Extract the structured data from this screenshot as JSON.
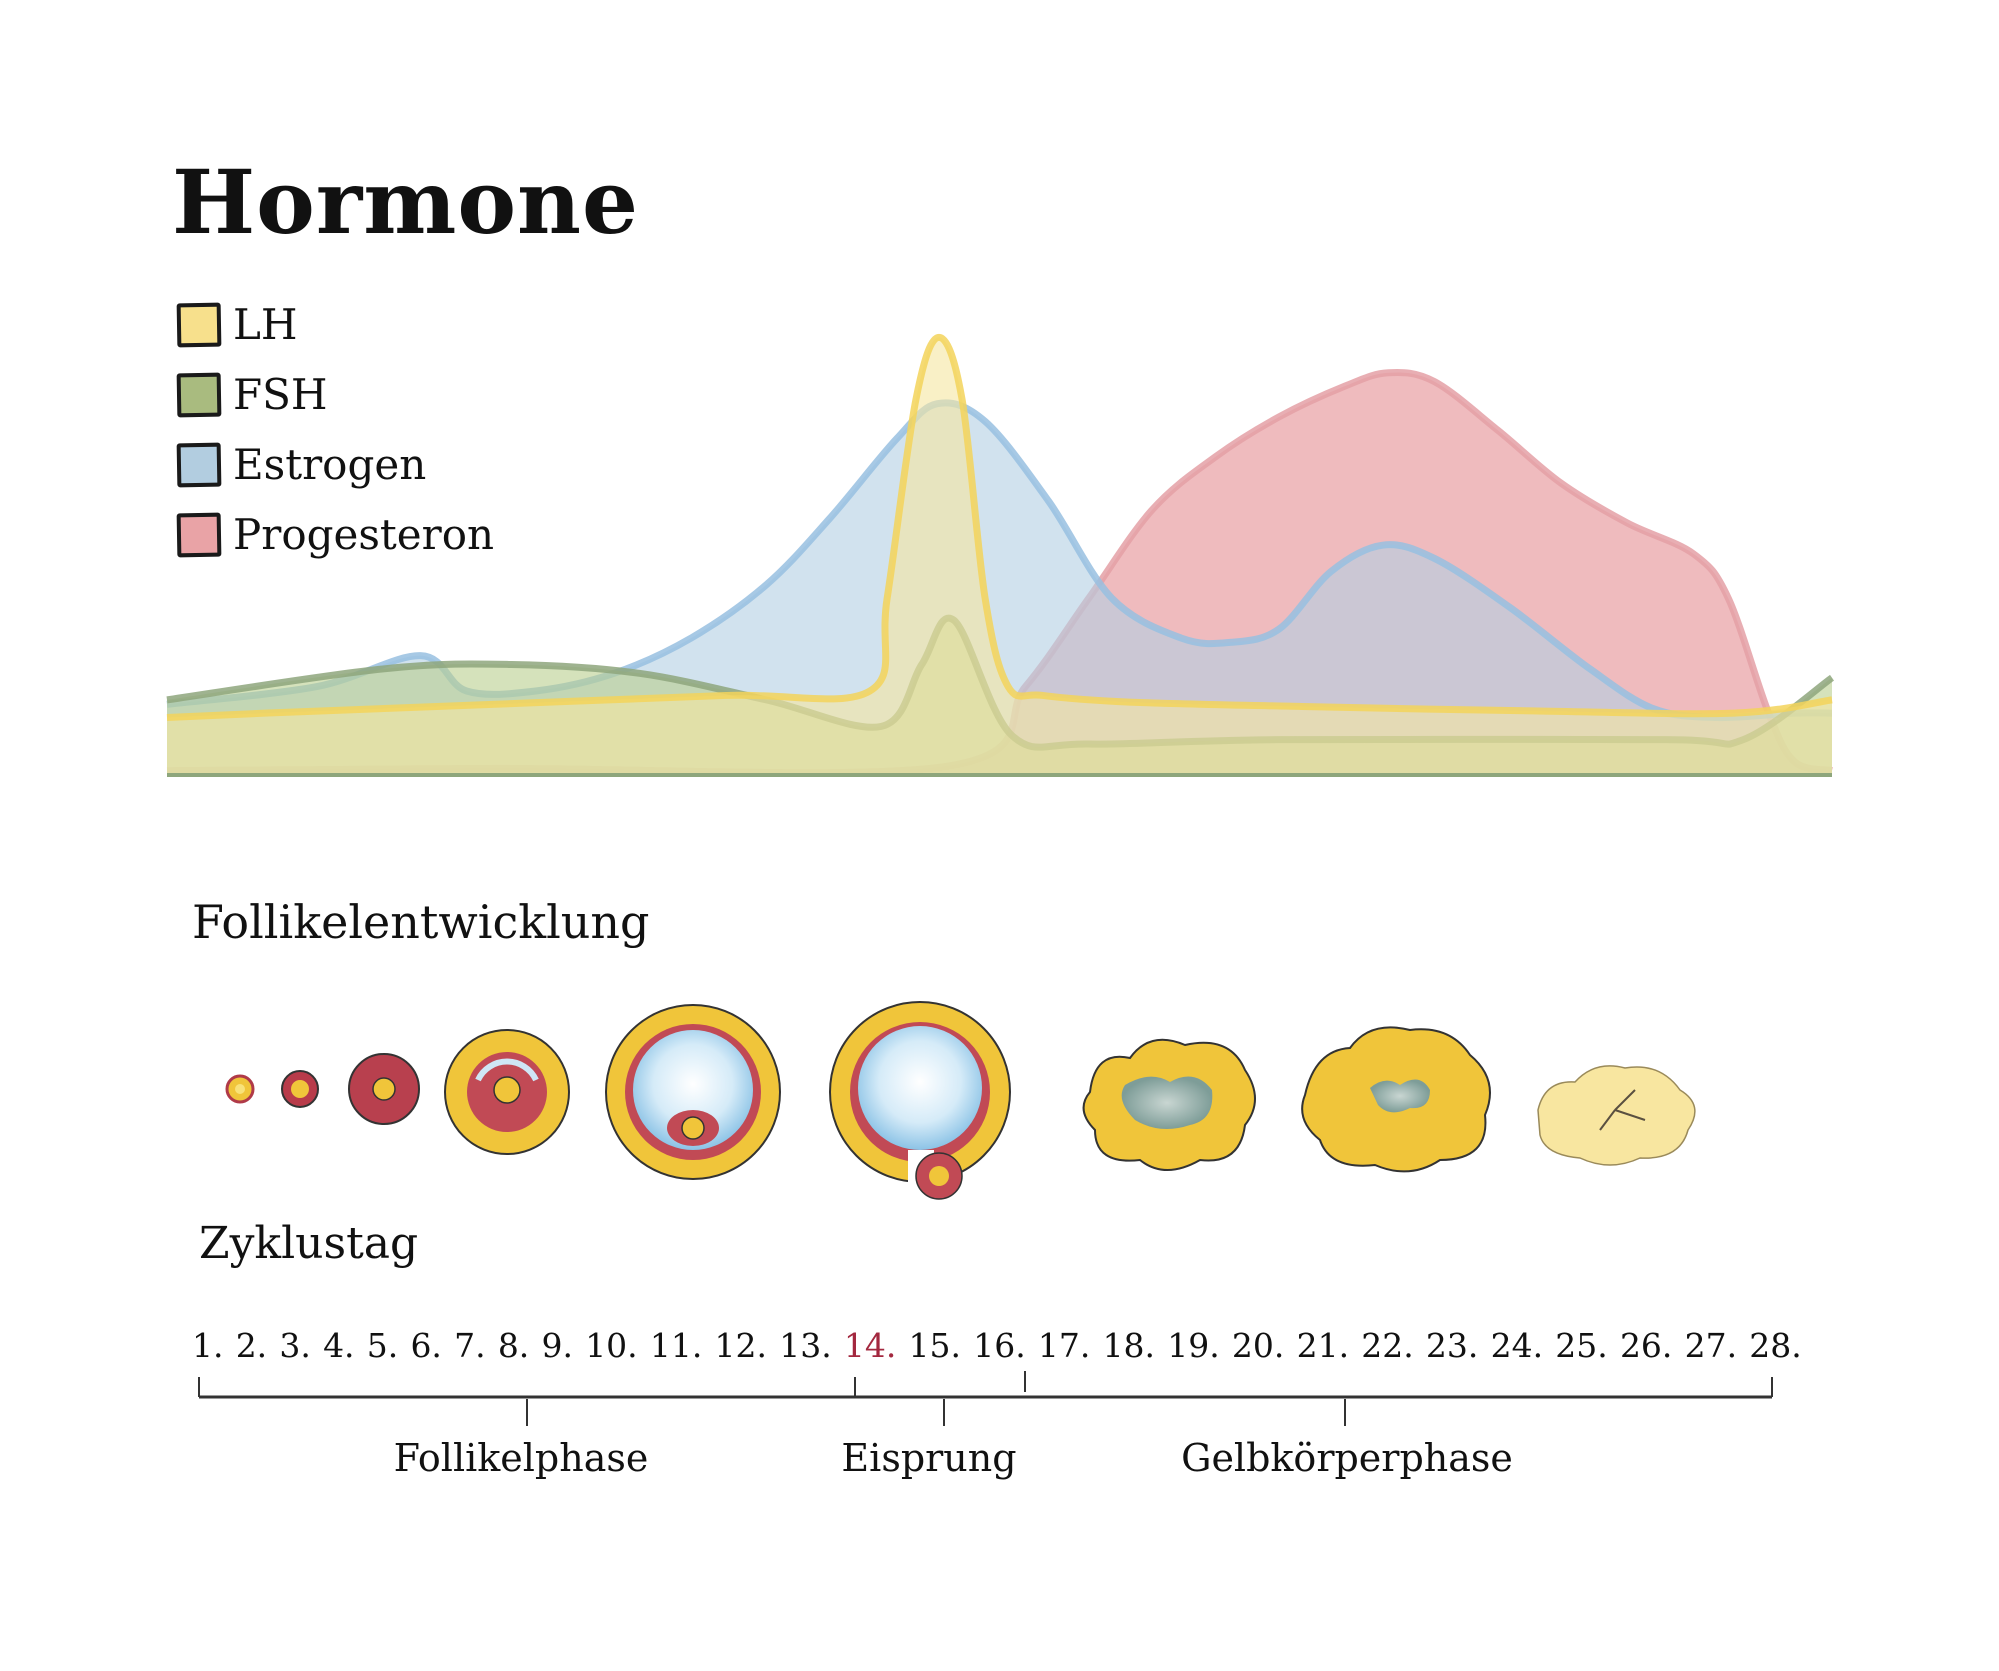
{
  "title": "Hormone",
  "legend": [
    {
      "label": "LH",
      "color": "#f7e08c"
    },
    {
      "label": "FSH",
      "color": "#a9bb7f"
    },
    {
      "label": "Estrogen",
      "color": "#b2cde0"
    },
    {
      "label": "Progesteron",
      "color": "#e9a3a6"
    }
  ],
  "chart_data": {
    "type": "area",
    "title": "Hormone",
    "xlabel": "Zyklustag",
    "ylabel": "",
    "xlim": [
      0.3,
      29.2
    ],
    "ylim": [
      0,
      100
    ],
    "grid": false,
    "legend_position": "top-left",
    "series": [
      {
        "name": "Progesteron",
        "line": "#e4a0a6",
        "fill": "#e58d92",
        "x": [
          0.3,
          6,
          13.85,
          15.2,
          16.3,
          17.4,
          18.5,
          19.6,
          20.75,
          21.5,
          22.3,
          23.4,
          24.5,
          25.65,
          26.8,
          27.4,
          28.1,
          28.55,
          29.2
        ],
        "y": [
          1,
          1.5,
          2,
          20,
          40,
          60,
          72,
          81,
          88,
          91,
          89,
          78,
          66,
          57,
          50,
          40,
          14,
          3,
          1
        ]
      },
      {
        "name": "Estrogen",
        "line": "#98c0e0",
        "fill": "#b3cfe2",
        "x": [
          0.3,
          2.9,
          4.7,
          5.5,
          6.7,
          8.06,
          9.4,
          10.7,
          11.8,
          12.96,
          13.67,
          14.5,
          15.6,
          16.7,
          17.9,
          18.75,
          19.6,
          20.5,
          21.4,
          22.3,
          23.6,
          25,
          26.1,
          27.2,
          28.55,
          29.2
        ],
        "y": [
          16,
          20,
          27,
          19,
          19,
          23,
          31,
          43,
          58,
          76,
          84,
          80,
          62,
          40,
          31,
          30,
          33,
          46,
          52,
          49,
          38,
          24,
          15,
          13,
          14,
          14
        ]
      },
      {
        "name": "FSH",
        "line": "#8ea67c",
        "fill": "#b9cf8e",
        "x": [
          0.3,
          4.05,
          6.28,
          8.5,
          10.7,
          12.7,
          13.4,
          13.96,
          14.96,
          16.3,
          19.6,
          26.3,
          27.66,
          29.2
        ],
        "y": [
          17,
          24,
          25,
          23,
          17,
          11,
          25,
          35,
          9,
          7,
          8,
          8,
          8,
          22
        ]
      },
      {
        "name": "LH",
        "line": "#f3d35a",
        "fill": "#f5e6a0",
        "x": [
          0.3,
          2,
          6,
          10,
          12.5,
          12.8,
          13.3,
          13.7,
          14.1,
          14.5,
          14.9,
          15.5,
          17,
          20,
          24,
          27.5,
          29.2
        ],
        "y": [
          13,
          14,
          16,
          18,
          19,
          40,
          85,
          99,
          85,
          40,
          20,
          18,
          16.5,
          15.5,
          14.5,
          14,
          17
        ]
      }
    ]
  },
  "follicle_section": {
    "title": "Follikelentwicklung",
    "stages": 9
  },
  "cycle": {
    "title": "Zyklustag",
    "days": [
      "1.",
      "2.",
      "3.",
      "4.",
      "5.",
      "6.",
      "7.",
      "8.",
      "9.",
      "10.",
      "11.",
      "12.",
      "13.",
      "14.",
      "15.",
      "16.",
      "17.",
      "18.",
      "19.",
      "20.",
      "21.",
      "22.",
      "23.",
      "24.",
      "25.",
      "26.",
      "27.",
      "28."
    ],
    "highlight_day_index": 13,
    "highlight_color": "#a3283f",
    "phases": [
      {
        "label": "Follikelphase"
      },
      {
        "label": "Eisprung"
      },
      {
        "label": "Gelbkörperphase"
      }
    ]
  }
}
